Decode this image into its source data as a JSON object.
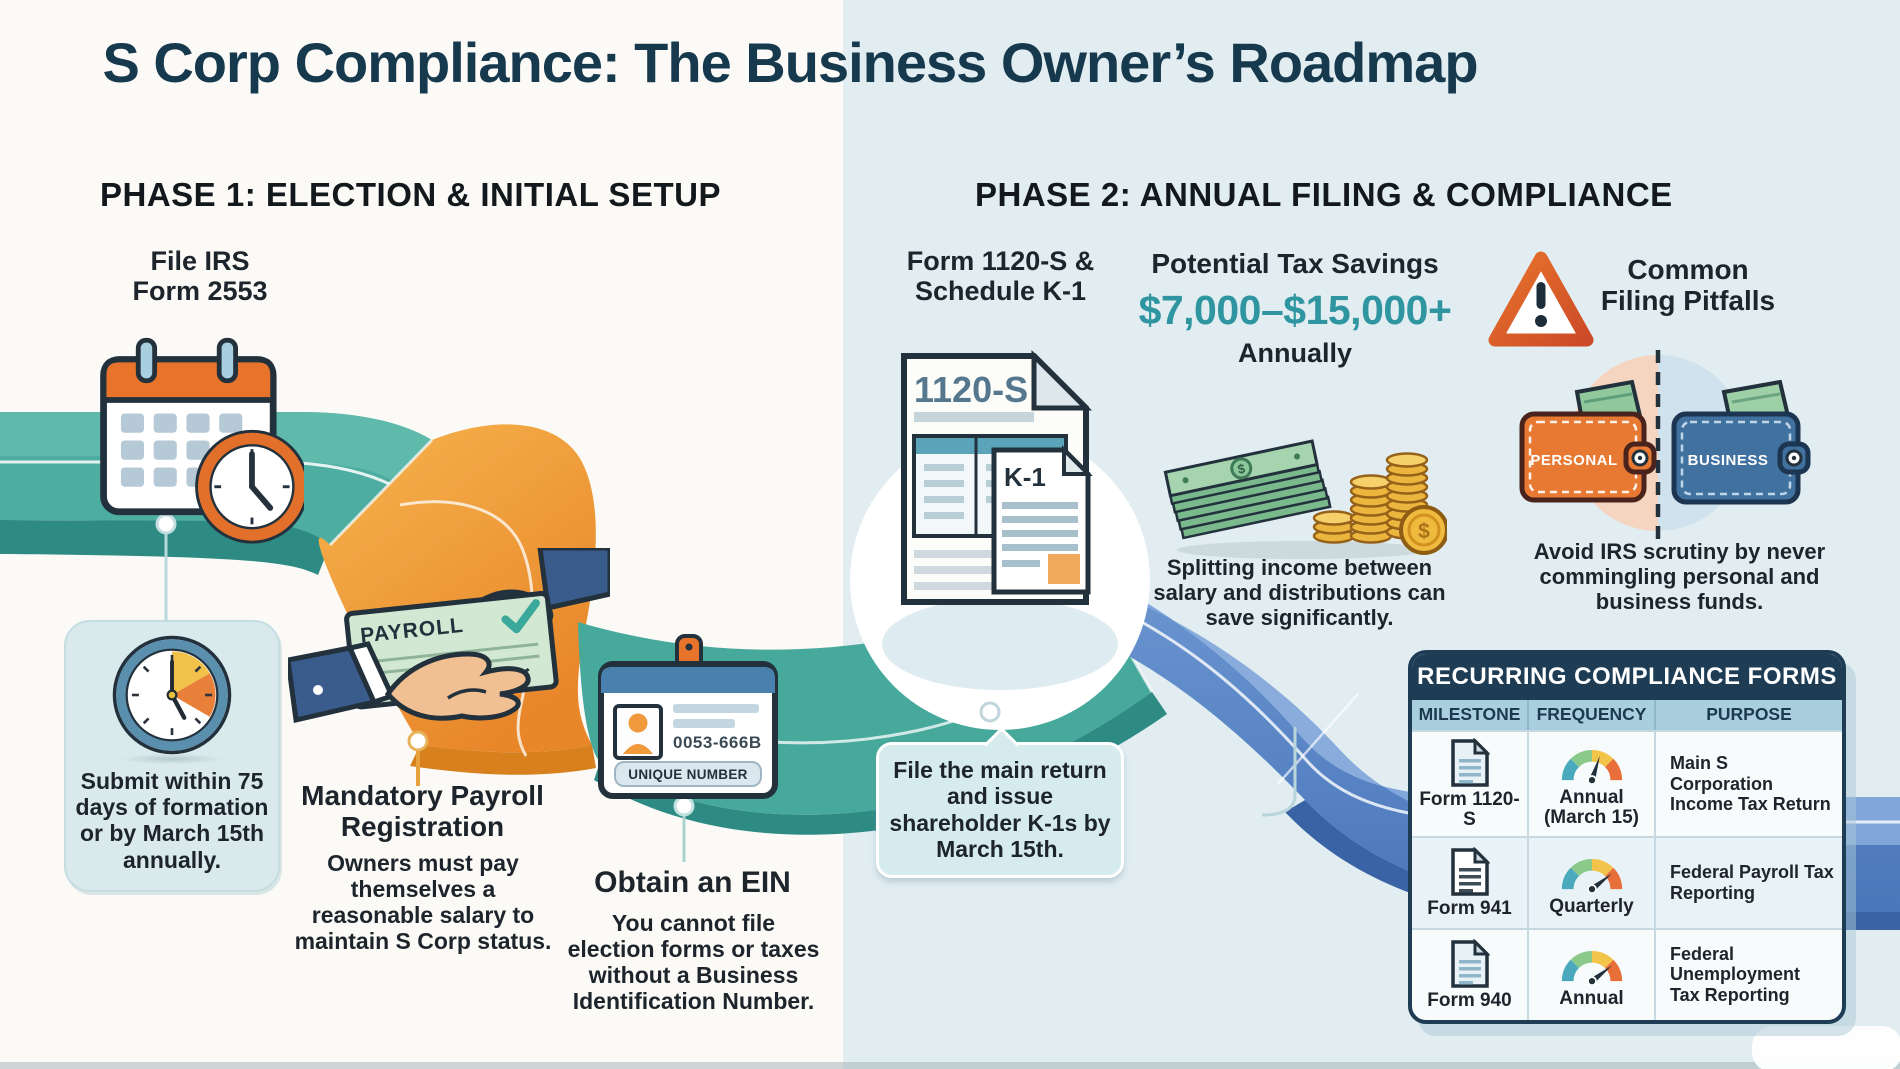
{
  "title": "S Corp Compliance: The Business Owner’s Roadmap",
  "phase1": {
    "heading": "PHASE 1: ELECTION & INITIAL SETUP",
    "file_irs": {
      "title_line1": "File IRS",
      "title_line2": "Form 2553",
      "note": "Submit within 75 days of formation or by March 15th annually."
    },
    "payroll": {
      "check_label": "PAYROLL",
      "title": "Mandatory Payroll Registration",
      "body": "Owners must pay themselves a reasonable salary to maintain S Corp status."
    },
    "ein": {
      "badge_number": "0053-666B",
      "badge_label": "UNIQUE NUMBER",
      "title": "Obtain an EIN",
      "body": "You cannot file election forms or taxes without a Business Identification Number."
    }
  },
  "phase2": {
    "heading": "PHASE 2: ANNUAL FILING & COMPLIANCE",
    "filing": {
      "title_line1": "Form 1120-S &",
      "title_line2": "Schedule K-1",
      "doc_label": "1120-S",
      "k1_label": "K-1",
      "note": "File the main return and issue shareholder K-1s by March 15th."
    },
    "savings": {
      "title": "Potential Tax Savings",
      "amount": "$7,000–$15,000+",
      "period": "Annually",
      "dollar": "$",
      "body": "Splitting income between salary and distributions can save significantly."
    },
    "pitfalls": {
      "title_line1": "Common",
      "title_line2": "Filing Pitfalls",
      "wallet_personal": "PERSONAL",
      "wallet_business": "BUSINESS",
      "body": "Avoid IRS scrutiny by never commingling personal and business funds."
    }
  },
  "table": {
    "title": "RECURRING COMPLIANCE FORMS",
    "headers": [
      "MILESTONE",
      "FREQUENCY",
      "PURPOSE"
    ],
    "rows": [
      {
        "milestone": "Form 1120-S",
        "frequency": "Annual (March 15)",
        "purpose": "Main S Corporation Income Tax Return"
      },
      {
        "milestone": "Form 941",
        "frequency": "Quarterly",
        "purpose": "Federal Payroll Tax Reporting"
      },
      {
        "milestone": "Form 940",
        "frequency": "Annual",
        "purpose": "Federal Unemployment Tax Reporting"
      }
    ]
  },
  "colors": {
    "title_text": "#16394e",
    "accent_teal": "#2f95a0",
    "road_teal": "#47ab9e",
    "road_orange": "#f0a23c",
    "road_blue": "#4d7ec4",
    "table_header_bg": "#1e3d55",
    "warning_orange": "#d95b2c"
  }
}
